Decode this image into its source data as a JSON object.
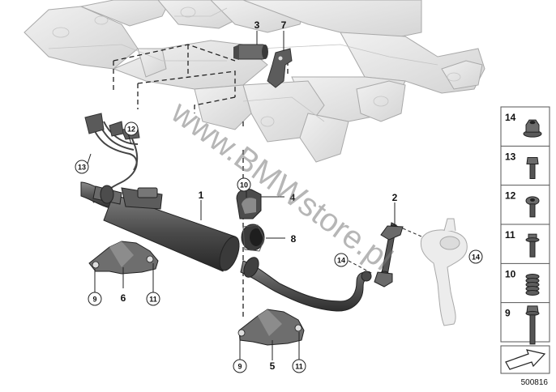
{
  "callouts": {
    "c1": "1",
    "c2": "2",
    "c3": "3",
    "c4": "4",
    "c5": "5",
    "c6": "6",
    "c7": "7",
    "c8": "8",
    "c9a": "9",
    "c9b": "9",
    "c10": "10",
    "c11a": "11",
    "c11b": "11",
    "c12": "12",
    "c13": "13",
    "c14a": "14",
    "c14b": "14"
  },
  "parts_panel": {
    "items": [
      {
        "label": "14",
        "icon": "flange-nut-icon"
      },
      {
        "label": "13",
        "icon": "hex-bolt-icon"
      },
      {
        "label": "12",
        "icon": "torx-screw-icon"
      },
      {
        "label": "11",
        "icon": "collar-bolt-icon"
      },
      {
        "label": "10",
        "icon": "spring-sleeve-icon"
      },
      {
        "label": "9",
        "icon": "long-bolt-icon"
      }
    ]
  },
  "diagram_number": "500816",
  "watermark": "www.BMWstore.pl"
}
